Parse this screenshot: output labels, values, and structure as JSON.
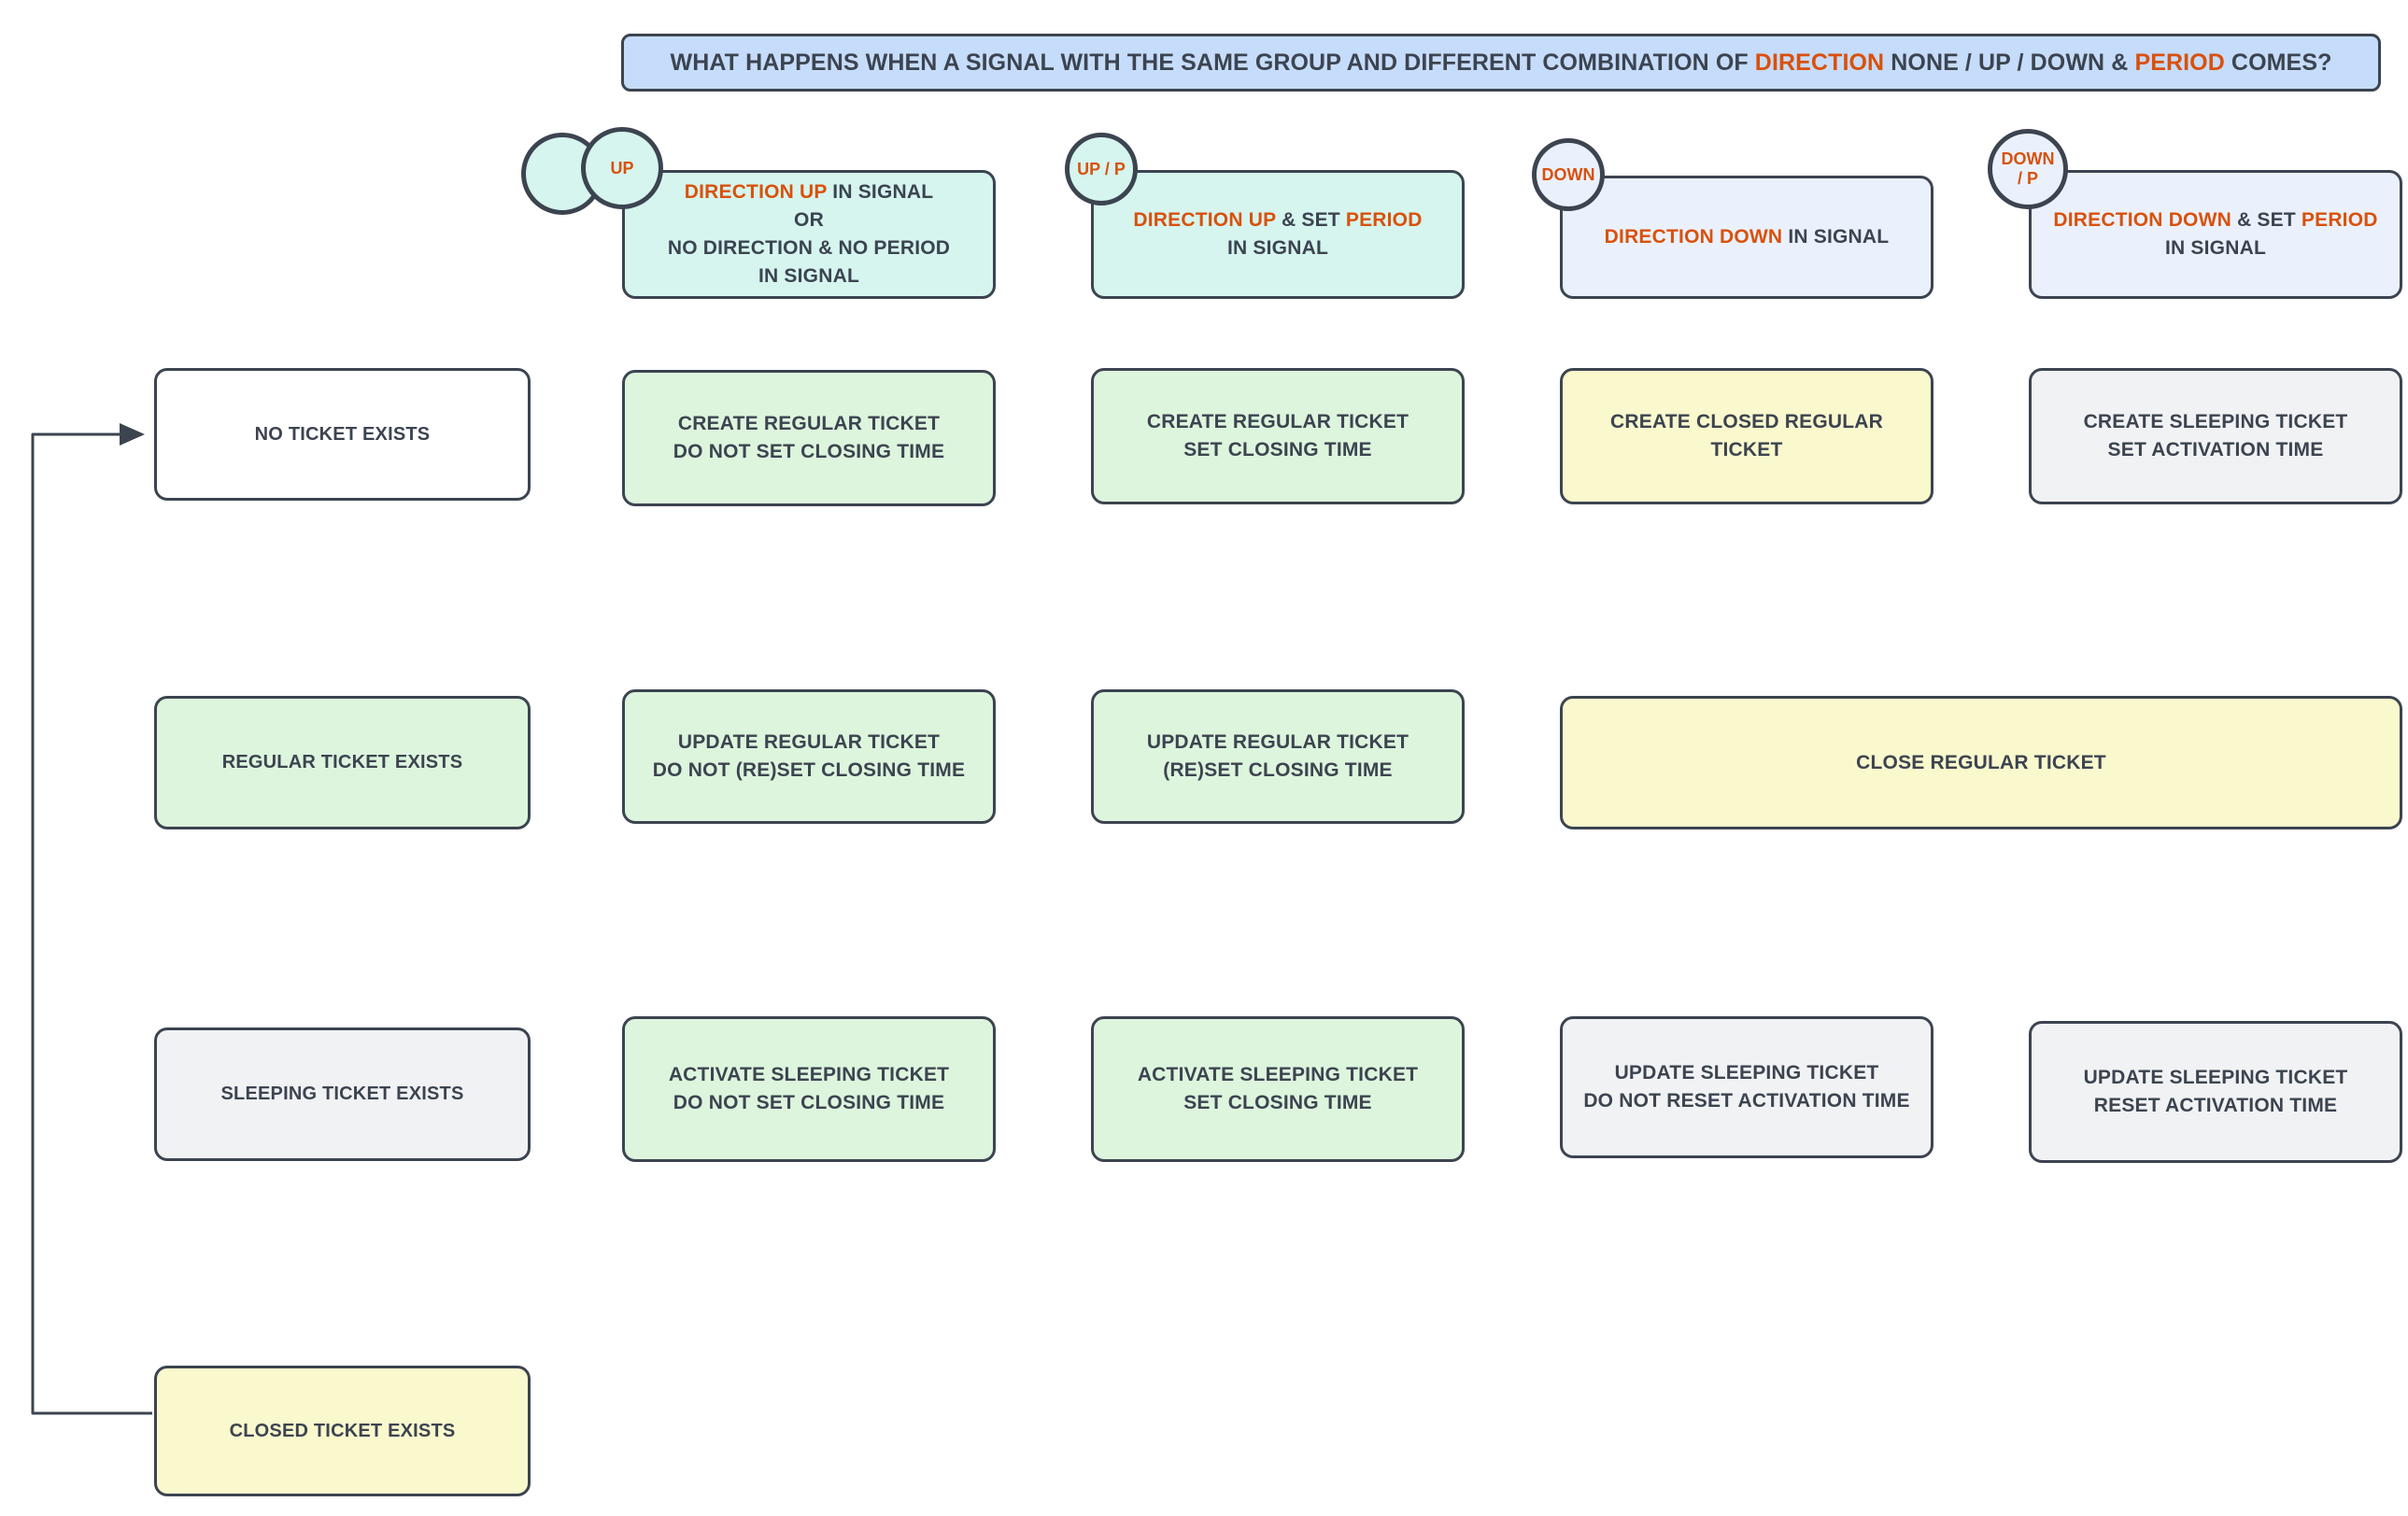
{
  "title": {
    "segments": [
      {
        "text": "WHAT HAPPENS WHEN A SIGNAL WITH THE SAME GROUP AND DIFFERENT COMBINATION OF ",
        "color": "dark"
      },
      {
        "text": "DIRECTION",
        "color": "orange"
      },
      {
        "text": " NONE / UP / DOWN & ",
        "color": "dark"
      },
      {
        "text": "PERIOD",
        "color": "orange"
      },
      {
        "text": " COMES?",
        "color": "dark"
      }
    ],
    "plain": "WHAT HAPPENS WHEN A SIGNAL WITH THE SAME GROUP AND DIFFERENT COMBINATION OF DIRECTION NONE / UP / DOWN & PERIOD COMES?",
    "fill": "#c6dcfb"
  },
  "columns": [
    {
      "id": "up",
      "badge": "UP",
      "extra_badge": true,
      "fill": "#d5f5ee",
      "header_lines": [
        [
          {
            "text": "DIRECTION UP",
            "color": "orange"
          },
          {
            "text": " IN SIGNAL",
            "color": "dark"
          }
        ],
        [
          {
            "text": "OR",
            "color": "dark"
          }
        ],
        [
          {
            "text": "NO DIRECTION & NO PERIOD",
            "color": "dark"
          }
        ],
        [
          {
            "text": "IN SIGNAL",
            "color": "dark"
          }
        ]
      ]
    },
    {
      "id": "up-p",
      "badge": "UP / P",
      "extra_badge": false,
      "fill": "#d5f5ee",
      "header_lines": [
        [
          {
            "text": "DIRECTION UP",
            "color": "orange"
          },
          {
            "text": " & SET ",
            "color": "dark"
          },
          {
            "text": "PERIOD",
            "color": "orange"
          }
        ],
        [
          {
            "text": "IN SIGNAL",
            "color": "dark"
          }
        ]
      ]
    },
    {
      "id": "down",
      "badge": "DOWN",
      "extra_badge": false,
      "fill": "#eaf1fd",
      "header_lines": [
        [
          {
            "text": "DIRECTION DOWN",
            "color": "orange"
          },
          {
            "text": " IN SIGNAL",
            "color": "dark"
          }
        ]
      ]
    },
    {
      "id": "down-p",
      "badge": "DOWN\n/ P",
      "extra_badge": false,
      "fill": "#eaf1fd",
      "header_lines": [
        [
          {
            "text": "DIRECTION DOWN",
            "color": "orange"
          },
          {
            "text": " & SET ",
            "color": "dark"
          },
          {
            "text": "PERIOD",
            "color": "orange"
          }
        ],
        [
          {
            "text": "IN SIGNAL",
            "color": "dark"
          }
        ]
      ]
    }
  ],
  "rows": [
    {
      "id": "no-ticket",
      "label": "NO TICKET EXISTS",
      "label_fill": "#ffffff",
      "cells": [
        {
          "lines": [
            "CREATE REGULAR TICKET",
            "DO NOT SET CLOSING TIME"
          ],
          "fill": "#ddf5dd"
        },
        {
          "lines": [
            "CREATE REGULAR TICKET",
            "SET CLOSING TIME"
          ],
          "fill": "#ddf5dd"
        },
        {
          "lines": [
            "CREATE CLOSED REGULAR",
            "TICKET"
          ],
          "fill": "#faf8cd"
        },
        {
          "lines": [
            "CREATE SLEEPING TICKET",
            "SET ACTIVATION TIME"
          ],
          "fill": "#f1f2f4"
        }
      ]
    },
    {
      "id": "regular-ticket",
      "label": "REGULAR TICKET EXISTS",
      "label_fill": "#ddf5dd",
      "cells": [
        {
          "lines": [
            "UPDATE REGULAR TICKET",
            "DO NOT (RE)SET CLOSING TIME"
          ],
          "fill": "#ddf5dd"
        },
        {
          "lines": [
            "UPDATE REGULAR TICKET",
            "(RE)SET CLOSING TIME"
          ],
          "fill": "#ddf5dd"
        },
        {
          "lines": [
            "CLOSE REGULAR TICKET"
          ],
          "fill": "#faf8cd",
          "span": 2
        }
      ]
    },
    {
      "id": "sleeping-ticket",
      "label": "SLEEPING TICKET EXISTS",
      "label_fill": "#f1f2f4",
      "cells": [
        {
          "lines": [
            "ACTIVATE SLEEPING TICKET",
            "DO NOT SET CLOSING TIME"
          ],
          "fill": "#ddf5dd"
        },
        {
          "lines": [
            "ACTIVATE SLEEPING TICKET",
            "SET CLOSING TIME"
          ],
          "fill": "#ddf5dd"
        },
        {
          "lines": [
            "UPDATE SLEEPING TICKET",
            "DO NOT RESET ACTIVATION TIME"
          ],
          "fill": "#f1f2f4"
        },
        {
          "lines": [
            "UPDATE SLEEPING TICKET",
            "RESET ACTIVATION TIME"
          ],
          "fill": "#f1f2f4"
        }
      ]
    },
    {
      "id": "closed-ticket",
      "label": "CLOSED TICKET EXISTS",
      "label_fill": "#faf8cd",
      "cells": []
    }
  ],
  "colors": {
    "stroke": "#3c4450",
    "accent_orange": "#d9510c",
    "text_dark": "#3c4450",
    "mint": "#d5f5ee",
    "pale_blue": "#eaf1fd",
    "pale_green": "#ddf5dd",
    "pale_yellow": "#faf8cd",
    "pale_gray": "#f1f2f4"
  },
  "loop_arrow": {
    "from": "CLOSED TICKET EXISTS",
    "to": "NO TICKET EXISTS"
  }
}
